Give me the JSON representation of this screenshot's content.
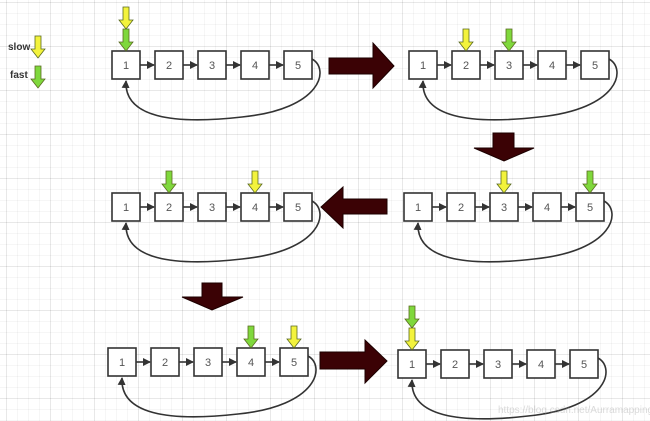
{
  "colors": {
    "slow": "#f3f33c",
    "fast": "#7fd83c",
    "big_arrow": "#3b0205",
    "node_border": "#333333"
  },
  "legend": [
    {
      "label": "slow",
      "pointer": "slow"
    },
    {
      "label": "fast",
      "pointer": "fast"
    }
  ],
  "node_values": [
    "1",
    "2",
    "3",
    "4",
    "5"
  ],
  "steps": [
    {
      "id": "step-1",
      "slow_at": 1,
      "fast_at": 1
    },
    {
      "id": "step-2",
      "slow_at": 2,
      "fast_at": 3
    },
    {
      "id": "step-3",
      "slow_at": 3,
      "fast_at": 5
    },
    {
      "id": "step-4",
      "slow_at": 4,
      "fast_at": 2
    },
    {
      "id": "step-5",
      "slow_at": 5,
      "fast_at": 4
    },
    {
      "id": "step-6",
      "slow_at": 1,
      "fast_at": 1
    }
  ],
  "transitions": [
    {
      "from": "step-1",
      "to": "step-2",
      "direction": "right"
    },
    {
      "from": "step-2",
      "to": "step-3",
      "direction": "down"
    },
    {
      "from": "step-3",
      "to": "step-4",
      "direction": "left"
    },
    {
      "from": "step-4",
      "to": "step-5",
      "direction": "down"
    },
    {
      "from": "step-5",
      "to": "step-6",
      "direction": "right"
    }
  ],
  "cycle": {
    "from_node": "5",
    "to_node": "1"
  },
  "watermark": "https://blog.csdn.net/Aurramapping"
}
